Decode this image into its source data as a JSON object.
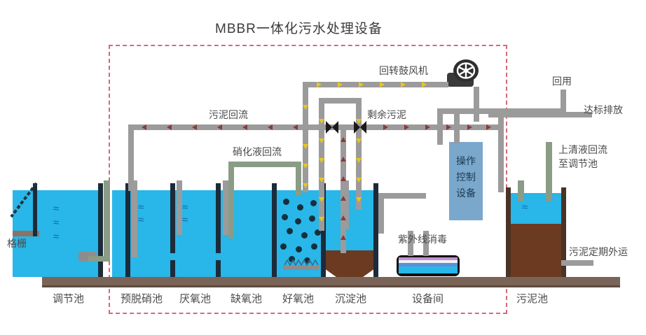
{
  "title": "MBBR一体化污水处理设备",
  "colors": {
    "water": "#29b6e8",
    "sludge": "#6b3a20",
    "pipe": "#9b9b9b",
    "wall": "#1c2b3a",
    "ground": "#7a6458",
    "dashed_boundary": "#d46a7a",
    "red_arrow": "#8a3a3a",
    "yellow_arrow": "#e8c61e",
    "control_box": "#7aa8cc",
    "text": "#4a4a4a"
  },
  "bottom_labels": [
    {
      "name": "equalization-tank",
      "text": "调节池"
    },
    {
      "name": "pre-denitrification-tank",
      "text": "预脱硝池"
    },
    {
      "name": "anaerobic-tank",
      "text": "厌氧池"
    },
    {
      "name": "anoxic-tank",
      "text": "缺氧池"
    },
    {
      "name": "aerobic-tank",
      "text": "好氧池"
    },
    {
      "name": "sedimentation-tank",
      "text": "沉淀池"
    },
    {
      "name": "equipment-room",
      "text": "设备间"
    },
    {
      "name": "sludge-tank",
      "text": "污泥池"
    }
  ],
  "annotations": {
    "bar_screen": "格栅",
    "sludge_return": "污泥回流",
    "nitrified_liquid_return": "硝化液回流",
    "rotary_blower": "回转鼓风机",
    "excess_sludge": "剩余污泥",
    "reuse": "回用",
    "compliant_discharge": "达标排放",
    "supernatant_return_line1": "上清液回流",
    "supernatant_return_line2": "至调节池",
    "uv_disinfection": "紫外线消毒",
    "sludge_hauling": "污泥定期外运"
  },
  "control_box": {
    "line1": "操作",
    "line2": "控制",
    "line3": "设备"
  },
  "icons": {
    "blower": "blower-fan-icon",
    "valve": "butterfly-valve-icon",
    "rake": "bar-screen-rake-icon",
    "media": "mbbr-media-carrier-icon",
    "wave": "water-wave-icon"
  }
}
